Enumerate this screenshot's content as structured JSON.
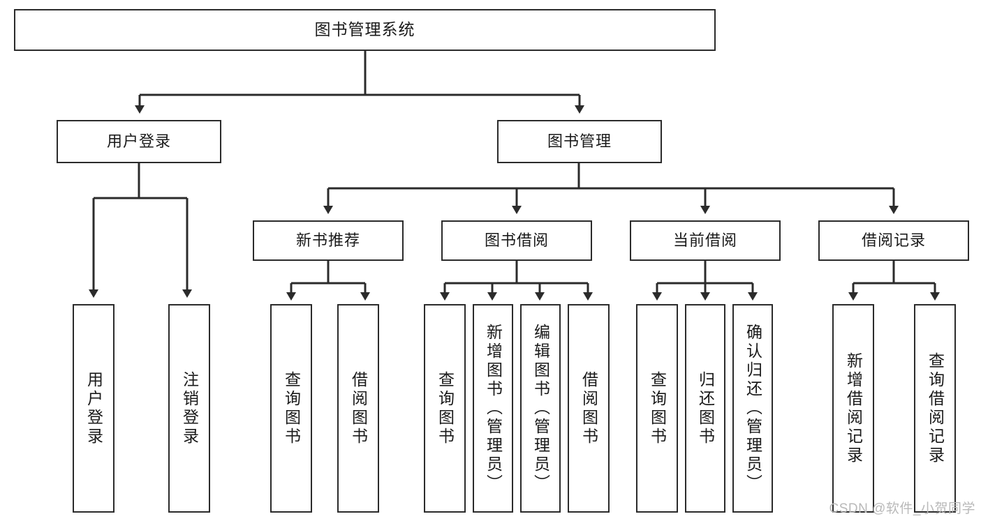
{
  "diagram": {
    "title": "图书管理系统",
    "type": "tree-hierarchy-chart",
    "colors": {
      "box_border": "#2b2b2b",
      "box_fill": "#ffffff",
      "connector": "#2b2b2b",
      "text": "#1a1a1a",
      "watermark": "#b9b9b9",
      "background": "#ffffff"
    },
    "nodes": {
      "root": {
        "label": "图书管理系统"
      },
      "level2": [
        {
          "id": "user-login",
          "label": "用户登录"
        },
        {
          "id": "book-management",
          "label": "图书管理"
        }
      ],
      "level3": [
        {
          "id": "new-book-recommend",
          "label": "新书推荐"
        },
        {
          "id": "book-borrow",
          "label": "图书借阅"
        },
        {
          "id": "current-borrow",
          "label": "当前借阅"
        },
        {
          "id": "borrow-record",
          "label": "借阅记录"
        }
      ],
      "leaves": {
        "user-login": [
          {
            "id": "leaf-user-login",
            "label": "用户登录"
          },
          {
            "id": "leaf-logout",
            "label": "注销登录"
          }
        ],
        "new-book-recommend": [
          {
            "id": "leaf-query-book-1",
            "label": "查询图书"
          },
          {
            "id": "leaf-borrow-book-1",
            "label": "借阅图书"
          }
        ],
        "book-borrow": [
          {
            "id": "leaf-query-book-2",
            "label": "查询图书"
          },
          {
            "id": "leaf-add-book",
            "label": "新增图书（管理员）"
          },
          {
            "id": "leaf-edit-book",
            "label": "编辑图书（管理员）"
          },
          {
            "id": "leaf-borrow-book-2",
            "label": "借阅图书"
          }
        ],
        "current-borrow": [
          {
            "id": "leaf-query-book-3",
            "label": "查询图书"
          },
          {
            "id": "leaf-return-book",
            "label": "归还图书"
          },
          {
            "id": "leaf-confirm-return",
            "label": "确认归还（管理员）"
          }
        ],
        "borrow-record": [
          {
            "id": "leaf-add-record",
            "label": "新增借阅记录"
          },
          {
            "id": "leaf-query-record",
            "label": "查询借阅记录"
          }
        ]
      }
    },
    "watermark": "CSDN @软件_小贺同学"
  }
}
